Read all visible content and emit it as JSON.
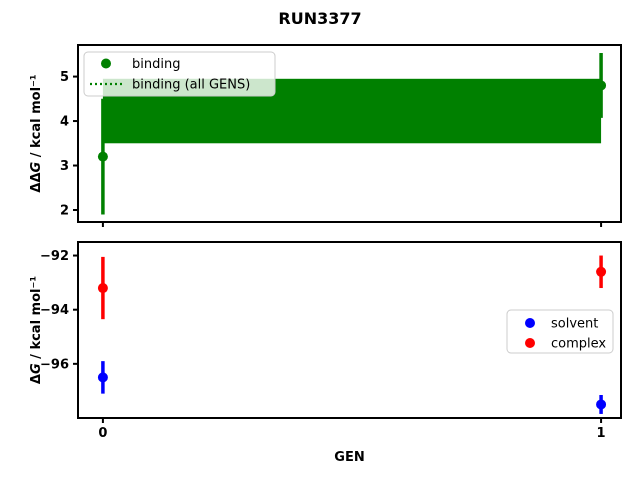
{
  "title": "RUN3377",
  "colors": {
    "binding": "#008000",
    "solvent": "#0000ff",
    "complex": "#ff0000",
    "axes": "#000000",
    "legend_border": "#cccccc",
    "background": "#ffffff"
  },
  "chart_data": [
    {
      "type": "scatter",
      "title": "",
      "xlabel": "",
      "ylabel": "ΔΔG / kcal mol⁻¹",
      "xlim": [
        -0.05,
        1.04
      ],
      "ylim": [
        1.73,
        5.71
      ],
      "yticks": [
        5,
        4,
        3,
        2
      ],
      "xticks": [
        0,
        1
      ],
      "xticklabels": [
        "",
        ""
      ],
      "show_xticklabels": false,
      "grid": false,
      "series": [
        {
          "name": "binding",
          "color": "#008000",
          "marker": "circle",
          "x": [
            0,
            1
          ],
          "y": [
            3.2,
            4.8
          ],
          "yerr": [
            1.3,
            0.73
          ]
        }
      ],
      "band": {
        "name": "binding (all GENS)",
        "color": "#008000",
        "linestyle": "dotted",
        "x": [
          0,
          1
        ],
        "center": 4.22,
        "lo": 3.5,
        "hi": 4.95
      },
      "legend": {
        "position": "upper left",
        "entries": [
          {
            "label": "binding",
            "marker": "circle",
            "color": "#008000"
          },
          {
            "label": "binding (all GENS)",
            "marker": "dotted-line",
            "color": "#008000"
          }
        ]
      }
    },
    {
      "type": "scatter",
      "title": "",
      "xlabel": "GEN",
      "ylabel": "ΔG / kcal mol⁻¹",
      "xlim": [
        -0.05,
        1.04
      ],
      "ylim": [
        -98.0,
        -91.5
      ],
      "yticks": [
        -92,
        -94,
        -96
      ],
      "xticks": [
        0,
        1
      ],
      "xticklabels": [
        "0",
        "1"
      ],
      "show_xticklabels": true,
      "grid": false,
      "series": [
        {
          "name": "solvent",
          "color": "#0000ff",
          "marker": "circle",
          "x": [
            0,
            1
          ],
          "y": [
            -96.5,
            -97.5
          ],
          "yerr": [
            0.6,
            0.35
          ]
        },
        {
          "name": "complex",
          "color": "#ff0000",
          "marker": "circle",
          "x": [
            0,
            1
          ],
          "y": [
            -93.2,
            -92.6
          ],
          "yerr": [
            1.15,
            0.6
          ]
        }
      ],
      "legend": {
        "position": "center right",
        "entries": [
          {
            "label": "solvent",
            "marker": "circle",
            "color": "#0000ff"
          },
          {
            "label": "complex",
            "marker": "circle",
            "color": "#ff0000"
          }
        ]
      }
    }
  ]
}
